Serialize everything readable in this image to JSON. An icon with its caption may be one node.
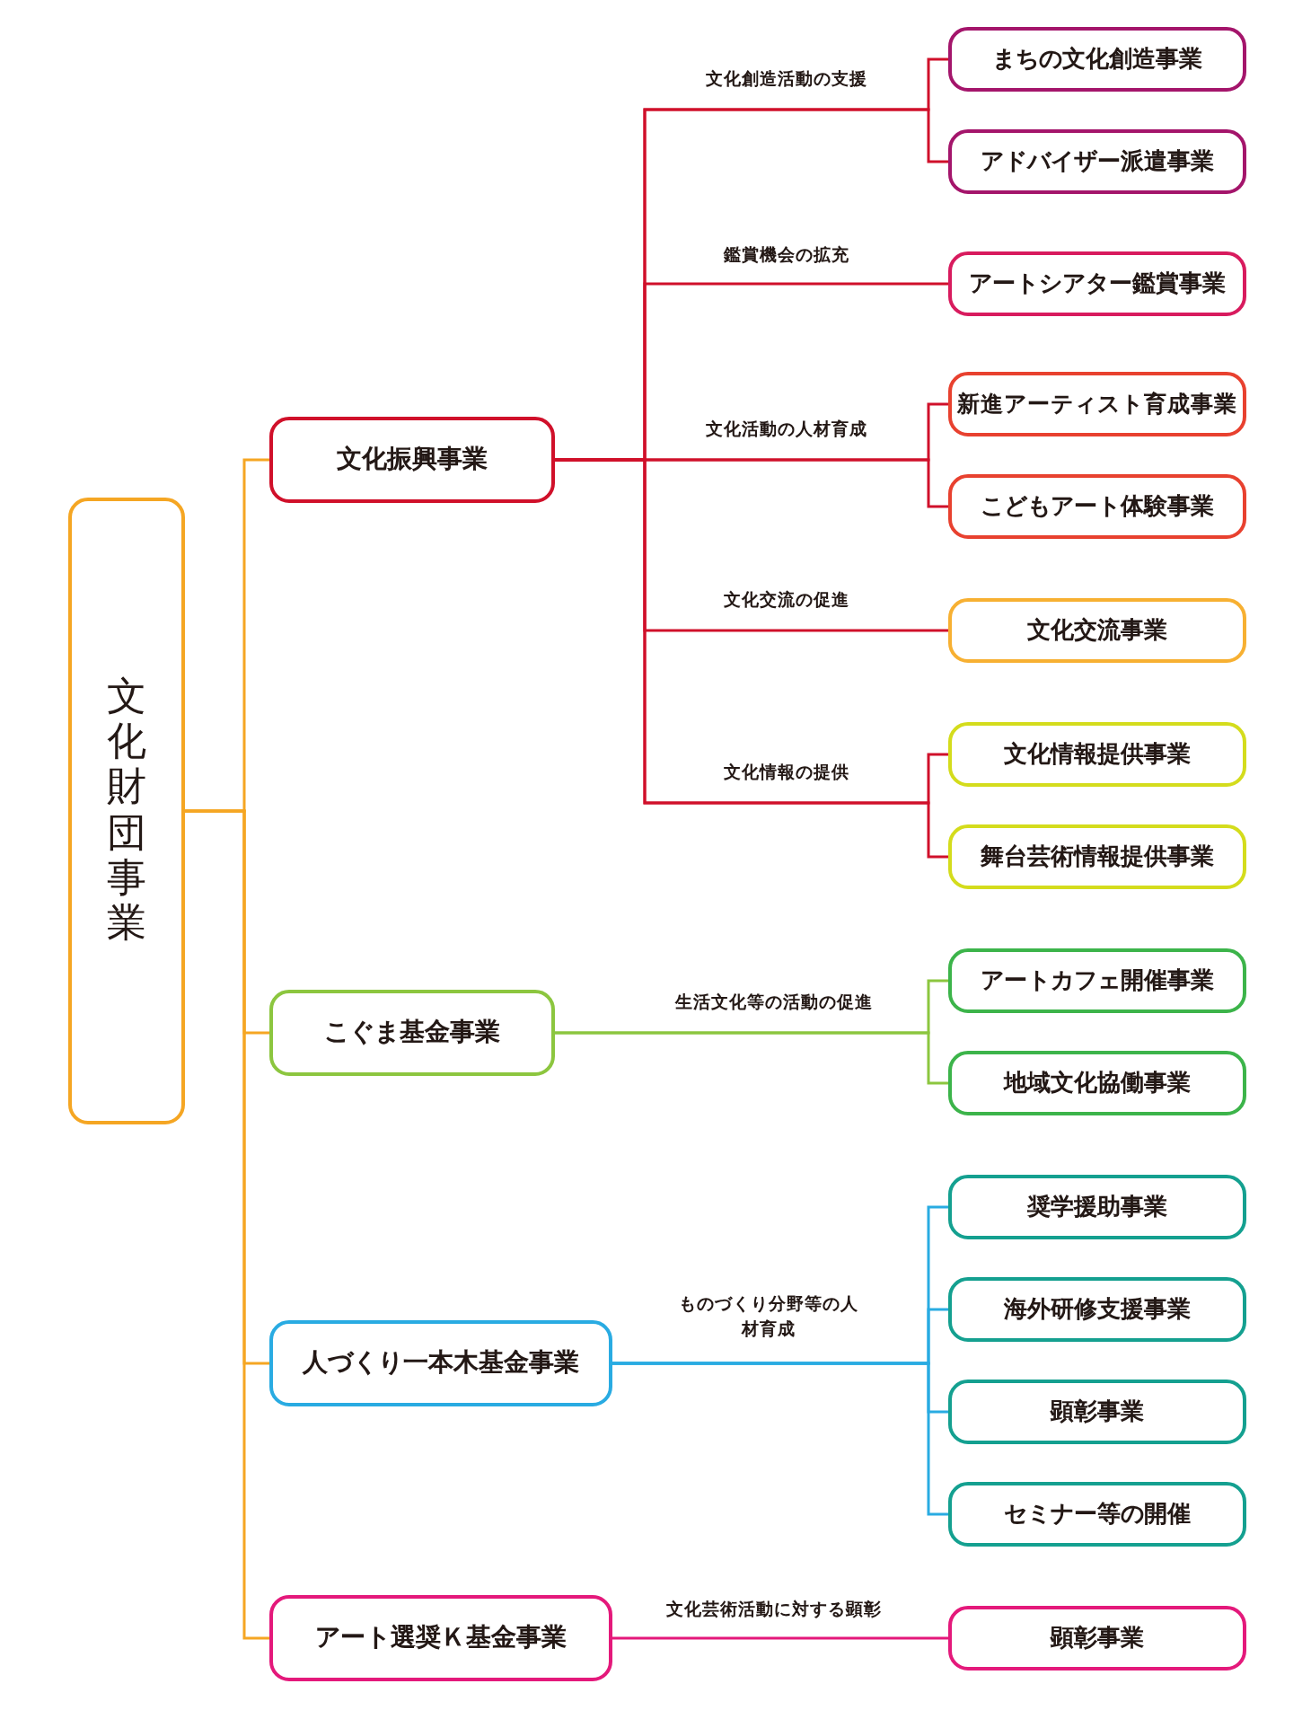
{
  "diagram": {
    "nodes": [
      {
        "text": [
          "文化財団事業"
        ]
      },
      {
        "text": [
          "文化振興事業"
        ]
      },
      {
        "text": [
          "こぐま基金事業"
        ]
      },
      {
        "text": [
          "人づくり一本木基金事業"
        ]
      },
      {
        "text": [
          "アート選奨Ｋ基金事業"
        ]
      },
      {
        "text": [
          "まちの文化創造事業"
        ]
      },
      {
        "text": [
          "アドバイザー派遣事業"
        ]
      },
      {
        "text": [
          "アートシアター鑑賞事業"
        ]
      },
      {
        "text": [
          "新進アーティスト育成事業"
        ]
      },
      {
        "text": [
          "こどもアート体験事業"
        ]
      },
      {
        "text": [
          "文化交流事業"
        ]
      },
      {
        "text": [
          "文化情報提供事業"
        ]
      },
      {
        "text": [
          "舞台芸術情報提供事業"
        ]
      },
      {
        "text": [
          "アートカフェ開催事業"
        ]
      },
      {
        "text": [
          "地域文化協働事業"
        ]
      },
      {
        "text": [
          "奨学援助事業"
        ]
      },
      {
        "text": [
          "海外研修支援事業"
        ]
      },
      {
        "text": [
          "顕彰事業"
        ]
      },
      {
        "text": [
          "セミナー等の開催"
        ]
      },
      {
        "text": [
          "顕彰事業"
        ]
      }
    ],
    "edges": [
      {
        "from": 0,
        "to": 1,
        "arrow": "none",
        "color": "#f5a623"
      },
      {
        "from": 0,
        "to": 2,
        "arrow": "none",
        "color": "#f5a623"
      },
      {
        "from": 0,
        "to": 3,
        "arrow": "none",
        "color": "#f5a623"
      },
      {
        "from": 0,
        "to": 4,
        "arrow": "none",
        "color": "#f5a623"
      },
      {
        "from": 1,
        "to": 5,
        "arrow": "none",
        "label": "文化創造活動の支援"
      },
      {
        "from": 1,
        "to": 6,
        "arrow": "none"
      },
      {
        "from": 1,
        "to": 7,
        "arrow": "none",
        "label": "鑑賞機会の拡充"
      },
      {
        "from": 1,
        "to": 8,
        "arrow": "none",
        "label": "文化活動の人材育成"
      },
      {
        "from": 1,
        "to": 9,
        "arrow": "none"
      },
      {
        "from": 1,
        "to": 10,
        "arrow": "none",
        "label": "文化交流の促進"
      },
      {
        "from": 1,
        "to": 11,
        "arrow": "none",
        "label": "文化情報の提供"
      },
      {
        "from": 1,
        "to": 12,
        "arrow": "none"
      },
      {
        "from": 2,
        "to": 13,
        "arrow": "none",
        "label": "生活文化等の活動の促進",
        "color": "#8cc63f"
      },
      {
        "from": 2,
        "to": 14,
        "arrow": "none",
        "color": "#8cc63f"
      },
      {
        "from": 3,
        "to": 15,
        "arrow": "none",
        "label": "ものづくり分野等の人材育成",
        "color": "#29abe2"
      },
      {
        "from": 3,
        "to": 16,
        "arrow": "none",
        "color": "#29abe2"
      },
      {
        "from": 3,
        "to": 17,
        "arrow": "none",
        "color": "#29abe2"
      },
      {
        "from": 3,
        "to": 18,
        "arrow": "none",
        "color": "#29abe2"
      },
      {
        "from": 4,
        "to": 19,
        "arrow": "none",
        "label": "文化芸術活動に対する顕彰",
        "color": "#e4197b"
      }
    ]
  }
}
